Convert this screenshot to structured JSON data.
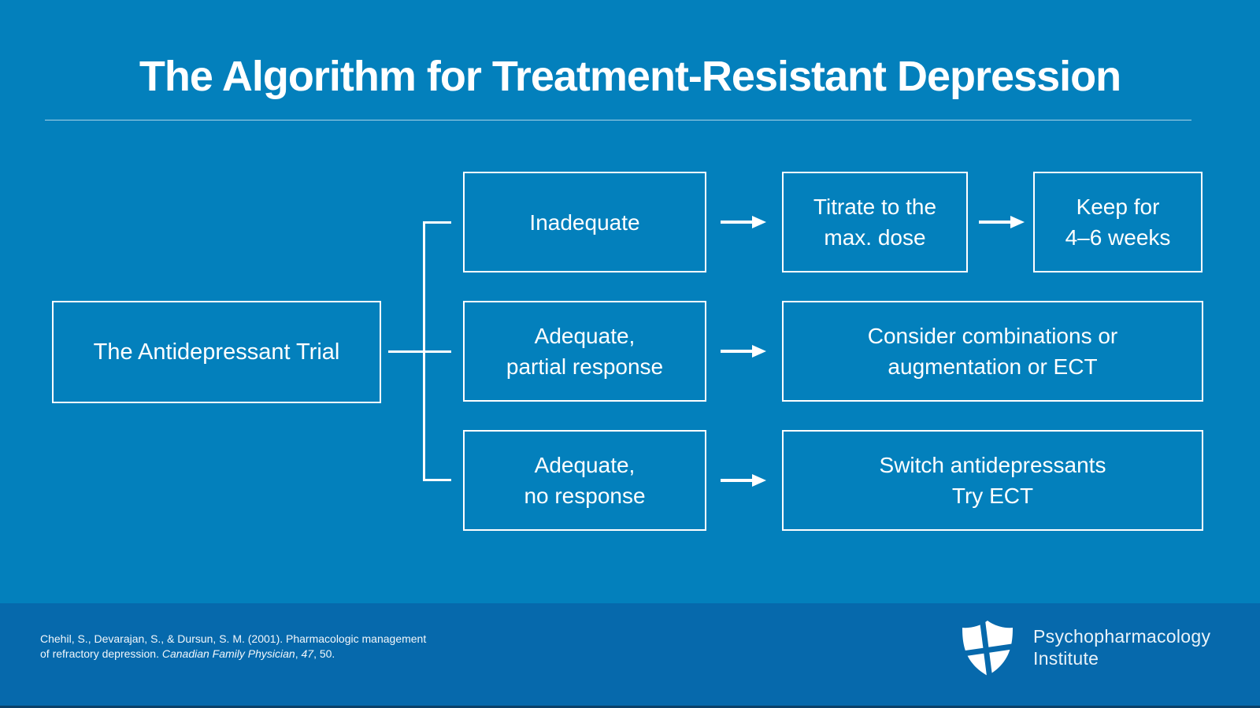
{
  "slide": {
    "title": "The Algorithm for Treatment-Resistant Depression"
  },
  "flowchart": {
    "root_label": "The Antidepressant Trial",
    "branch1": {
      "line1": "Inadequate"
    },
    "branch2": {
      "line1": "Adequate,",
      "line2": "partial response"
    },
    "branch3": {
      "line1": "Adequate,",
      "line2": "no response"
    },
    "outcome1a": {
      "line1": "Titrate to the",
      "line2": "max. dose"
    },
    "outcome1b": {
      "line1": "Keep for",
      "line2": "4–6 weeks"
    },
    "outcome2": {
      "line1": "Consider combinations or",
      "line2": "augmentation or ECT"
    },
    "outcome3": {
      "line1": "Switch antidepressants",
      "line2": "Try ECT"
    }
  },
  "footer": {
    "citation": {
      "line1": "Chehil, S., Devarajan, S., & Dursun, S. M. (2001). Pharmacologic management",
      "line2_pre": "of refractory depression. ",
      "line2_italic1": "Canadian Family Physician",
      "line2_sep": ", ",
      "line2_italic2": "47",
      "line2_end": ", 50."
    },
    "logo": {
      "icon": "shield-cross-icon",
      "line1": "Psychopharmacology",
      "line2": "Institute"
    }
  },
  "colors": {
    "bg-main": "#0380BC",
    "bg-footer": "#0669AC",
    "white": "#FFFFFF",
    "bottom-edge": "#0C3B5E"
  }
}
